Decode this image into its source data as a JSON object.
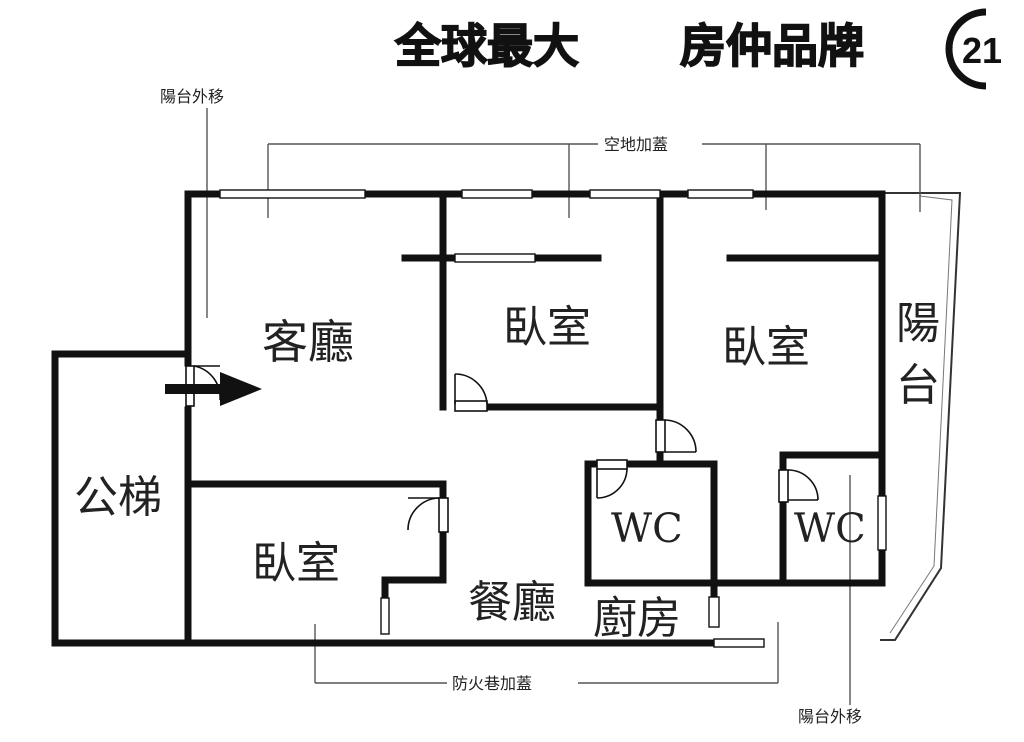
{
  "brand": {
    "slogan_left": "全球最大",
    "slogan_right": "房仲品牌",
    "logo_number": "21"
  },
  "annotations": {
    "balcony_moved_top": "陽台外移",
    "vacant_land_addition": "空地加蓋",
    "fire_lane_addition": "防火巷加蓋",
    "balcony_moved_bottom": "陽台外移"
  },
  "rooms": {
    "living_room": "客廳",
    "bedroom_top_middle": "臥室",
    "bedroom_top_right": "臥室",
    "balcony": [
      "陽",
      "台"
    ],
    "public_stairs": "公梯",
    "bedroom_bottom_left": "臥室",
    "dining_room": "餐廳",
    "kitchen": "廚房",
    "wc_left": "WC",
    "wc_right": "WC"
  }
}
